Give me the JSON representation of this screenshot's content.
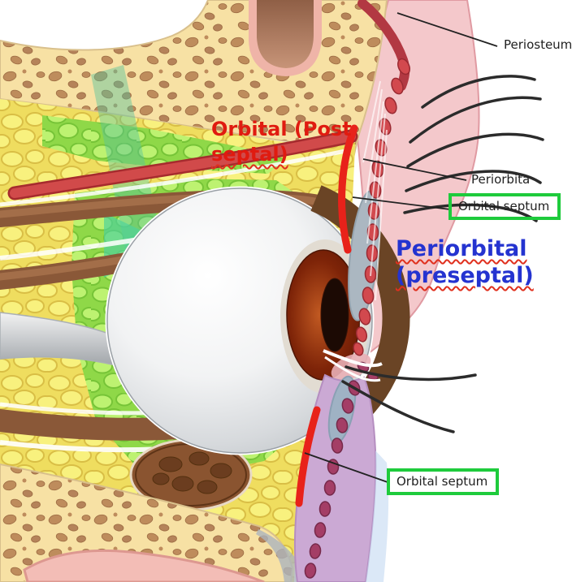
{
  "figure": {
    "type": "anatomical-diagram",
    "subject": "Sagittal cross-section of the orbit and eyelids showing periorbital (preseptal) versus orbital (postseptal) compartments",
    "labels": {
      "periosteum": "Periosteum",
      "periorbita": "Periorbita",
      "orbital_septum_upper": "Orbital septum",
      "orbital_septum_lower": "Orbital septum",
      "orbital_postseptal_line1": "Orbital (Post",
      "orbital_postseptal_line2": "septal)",
      "periorbital_preseptal_line1": "Periorbital",
      "periorbital_preseptal_line2": "(preseptal)"
    },
    "colors": {
      "red_label": "#e01b10",
      "blue_label": "#2433d0",
      "green_box_border": "#1ecb3c",
      "label_text": "#1f1f1f",
      "bone": "#f7e1a4",
      "bone_spots": "#be8c5c",
      "skin_pink": "#f4c8cb",
      "orbital_fat_yellow": "#f8f17e",
      "fat_green": "#bdf271",
      "muscle_red_segments": "#d2494e",
      "muscle_magenta_segments": "#a43e66",
      "septum_highlight_red": "#e8221a",
      "lower_lid_lavender": "#cba9d4",
      "tarsal_gray": "#abb7c1",
      "muscle_brown": "#8a5838",
      "iris_brown": "#7e2408",
      "periosteum_band": "#b23842"
    }
  }
}
